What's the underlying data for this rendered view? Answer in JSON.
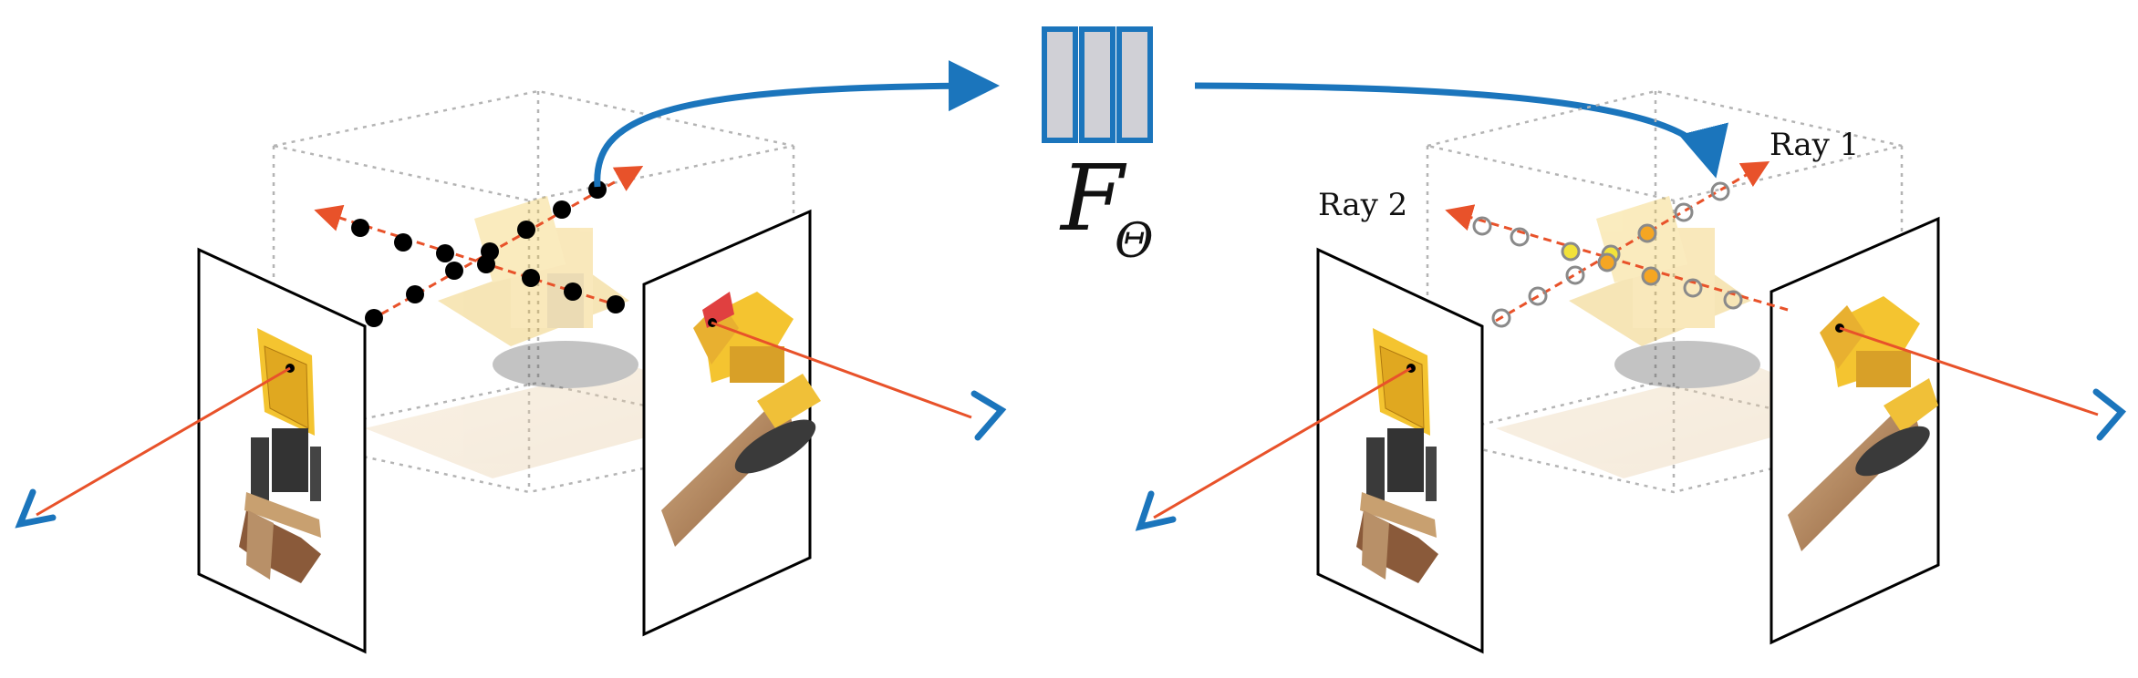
{
  "network": {
    "symbol": "F",
    "subscript": "Θ"
  },
  "right_scene": {
    "ray1_label": "Ray 1",
    "ray2_label": "Ray 2"
  },
  "colors": {
    "ray": "#E8522A",
    "arrow_blue": "#1B75BC",
    "eye_blue": "#1B75BC",
    "network_fill": "#D0D0D6",
    "network_stroke": "#1B75BC",
    "sample_dot": "#000000",
    "highlight_orange": "#F5A623",
    "highlight_yellow": "#F2E23A",
    "hollow_sample": "#8A8A8A",
    "box_dotted": "#B4B4B4",
    "frame": "#000000"
  },
  "icons": [
    "eye-icon",
    "network-block-icon",
    "image-plane-icon",
    "bulldozer-render-icon"
  ]
}
